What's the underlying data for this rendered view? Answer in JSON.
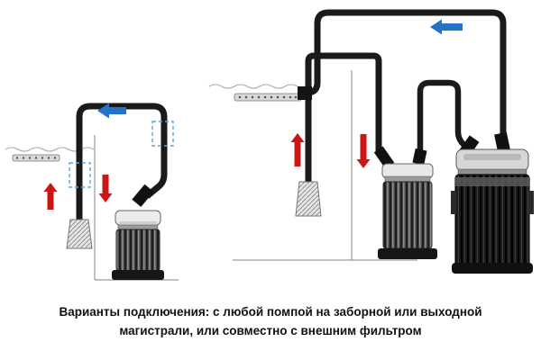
{
  "caption": {
    "line1": "Варианты подключения: с любой помпой на заборной или выходной",
    "line2": "магистрали, или совместно с внешним фильтром"
  },
  "colors": {
    "background": "#ffffff",
    "tubing": "#1a1a1a",
    "outflow_arrow": "#2473c8",
    "inflow_arrow": "#cc1616",
    "optional_outline": "#5aa7dc",
    "water_line": "#b8b8b8",
    "glass": "#9a9a9a",
    "text": "#111111"
  },
  "diagrams": {
    "left": {
      "name": "pump-only-connection",
      "components": [
        "spray-bar",
        "intake-strainer",
        "inline-pump",
        "optional-pump-position-intake-line",
        "optional-pump-position-output-line"
      ]
    },
    "right": {
      "name": "pump-with-external-filter-connection",
      "components": [
        "spray-bar",
        "intake-strainer",
        "inline-pump",
        "external-canister-filter"
      ]
    }
  }
}
